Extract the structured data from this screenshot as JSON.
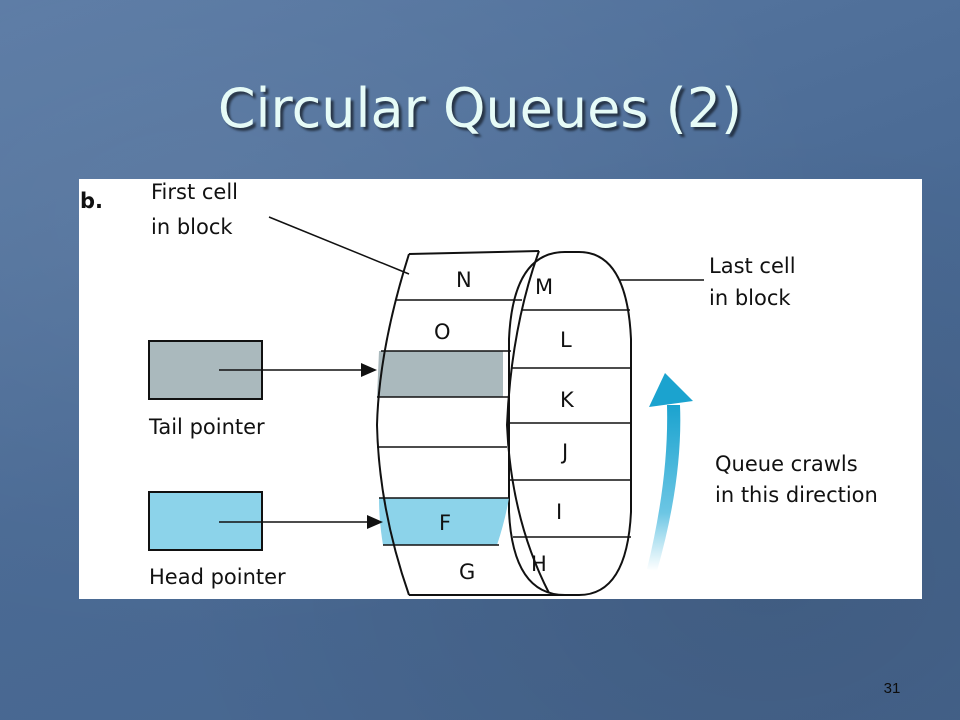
{
  "slide": {
    "title": "Circular Queues (2)",
    "page_number": "31"
  },
  "diagram": {
    "panel_label": "b.",
    "callouts": {
      "first_cell": [
        "First cell",
        "in block"
      ],
      "last_cell": [
        "Last cell",
        "in block"
      ],
      "tail_pointer": "Tail pointer",
      "head_pointer": "Head pointer",
      "direction": [
        "Queue crawls",
        "in this direction"
      ]
    },
    "front_cells": [
      "N",
      "O",
      "",
      "",
      "",
      "F",
      "G"
    ],
    "back_cells": [
      "M",
      "L",
      "K",
      "J",
      "I",
      "H"
    ],
    "colors": {
      "tail": "#aab9bd",
      "head": "#8cd3ea",
      "arrow": "#1ba3cf"
    }
  }
}
